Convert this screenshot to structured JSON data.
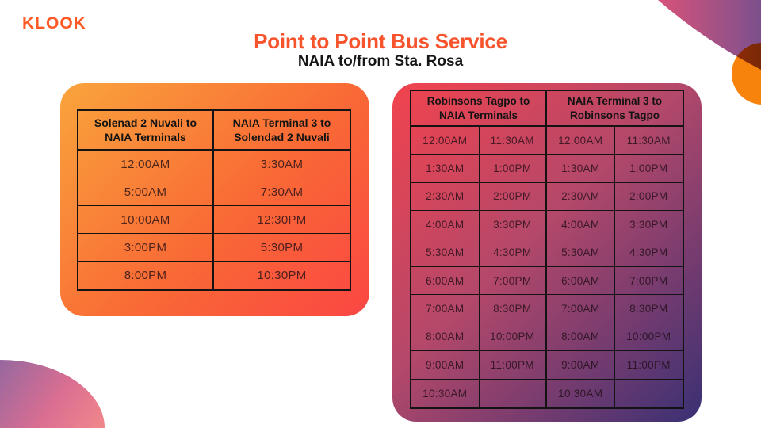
{
  "page": {
    "logo": "KLOOK",
    "title": "Point to Point Bus Service",
    "subtitle": "NAIA to/from Sta. Rosa"
  },
  "left_table": {
    "headers": [
      "Solenad 2 Nuvali to NAIA Terminals",
      "NAIA Terminal 3 to Solendad 2 Nuvali"
    ],
    "rows": [
      [
        "12:00AM",
        "3:30AM"
      ],
      [
        "5:00AM",
        "7:30AM"
      ],
      [
        "10:00AM",
        "12:30PM"
      ],
      [
        "3:00PM",
        "5:30PM"
      ],
      [
        "8:00PM",
        "10:30PM"
      ]
    ]
  },
  "right_table": {
    "headers": [
      "Robinsons Tagpo to NAIA Terminals",
      "NAIA Terminal 3 to Robinsons Tagpo"
    ],
    "rows": [
      [
        "12:00AM",
        "11:30AM",
        "12:00AM",
        "11:30AM"
      ],
      [
        "1:30AM",
        "1:00PM",
        "1:30AM",
        "1:00PM"
      ],
      [
        "2:30AM",
        "2:00PM",
        "2:30AM",
        "2:00PM"
      ],
      [
        "4:00AM",
        "3:30PM",
        "4:00AM",
        "3:30PM"
      ],
      [
        "5:30AM",
        "4:30PM",
        "5:30AM",
        "4:30PM"
      ],
      [
        "6:00AM",
        "7:00PM",
        "6:00AM",
        "7:00PM"
      ],
      [
        "7:00AM",
        "8:30PM",
        "7:00AM",
        "8:30PM"
      ],
      [
        "8:00AM",
        "10:00PM",
        "8:00AM",
        "10:00PM"
      ],
      [
        "9:00AM",
        "11:00PM",
        "9:00AM",
        "11:00PM"
      ],
      [
        "10:30AM",
        "",
        "10:30AM",
        ""
      ]
    ]
  },
  "colors": {
    "brand_orange": "#FF5A26",
    "title_orange": "#F7532C",
    "left_card_gradient_start": "#F9A43C",
    "left_card_gradient_end": "#FA4643",
    "right_card_gradient_start": "#F2434D",
    "right_card_gradient_end": "#3A3074",
    "circle_orange": "#F8830C",
    "wave_pink": "#D9537A",
    "wave_purple": "#7C508D",
    "blob_purple": "#96689F",
    "blob_salmon": "#F2888B",
    "table_border": "#131313"
  }
}
